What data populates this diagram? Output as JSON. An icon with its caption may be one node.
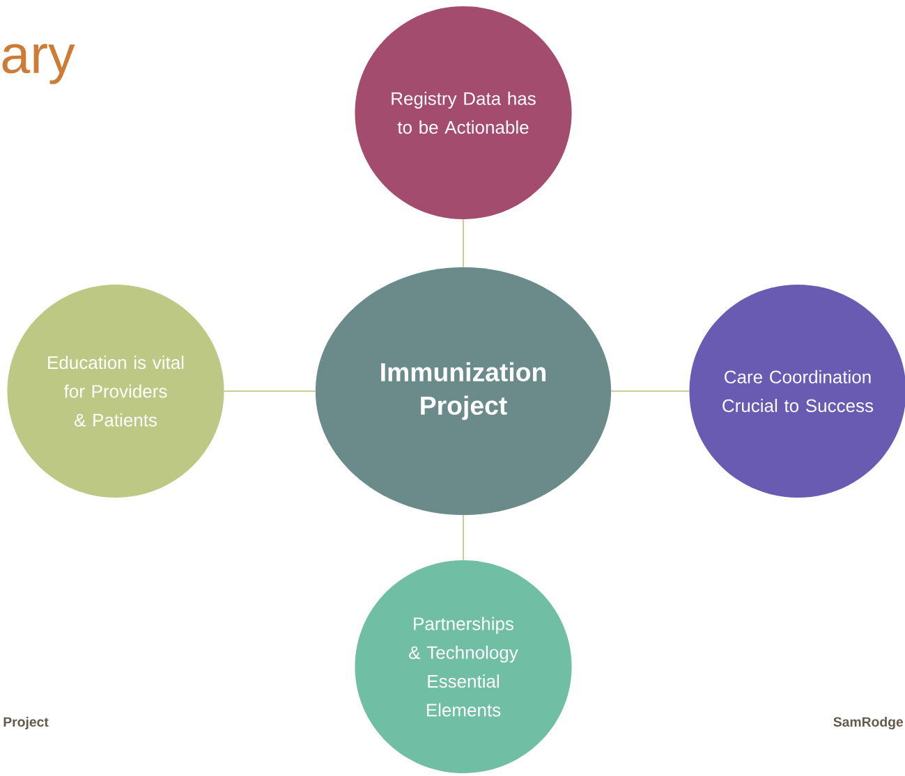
{
  "diagram": {
    "title": "ary",
    "nodes": [
      {
        "text": [
          "Immunization Project"
        ]
      },
      {
        "text": [
          "Registry Data has to be Actionable"
        ]
      },
      {
        "text": [
          "Education is vital for Providers & Patients"
        ]
      },
      {
        "text": [
          "Care Coordination Crucial to Success"
        ]
      },
      {
        "text": [
          "Partnerships & Technology Essential Elements"
        ]
      }
    ],
    "edges": [
      {
        "from": 0,
        "to": 1,
        "arrow": "none"
      },
      {
        "from": 0,
        "to": 2,
        "arrow": "none"
      },
      {
        "from": 0,
        "to": 3,
        "arrow": "none"
      },
      {
        "from": 0,
        "to": 4,
        "arrow": "none"
      }
    ],
    "labels": [
      "Project",
      "SamRodge"
    ]
  }
}
